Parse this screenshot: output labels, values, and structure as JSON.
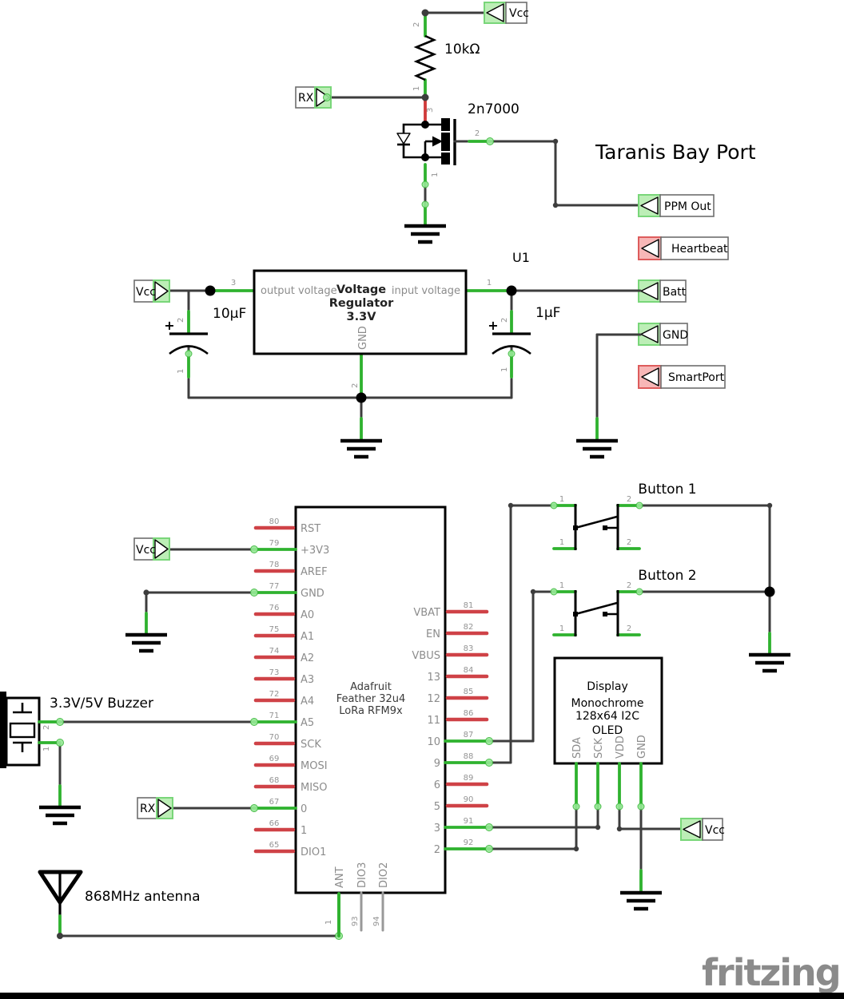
{
  "top": {
    "resistor_value": "10kΩ",
    "resistor_pin_top": "2",
    "resistor_pin_bottom": "1",
    "mosfet_name": "2n7000",
    "mosfet_pin_gate": "3",
    "mosfet_pin_drain": "2",
    "mosfet_pin_source": "1",
    "title": "Taranis Bay Port",
    "flags": {
      "vcc": "Vcc",
      "rx": "RX",
      "ppm": "PPM Out",
      "heartbeat": "Heartbeat",
      "batt": "Batt",
      "gnd": "GND",
      "smartport": "SmartPort"
    }
  },
  "regulator": {
    "designator": "U1",
    "line1": "Voltage",
    "line2": "Regulator",
    "line3": "3.3V",
    "pin_out": "output voltage",
    "pin_in": "input voltage",
    "pin_gnd": "GND",
    "num_out": "3",
    "num_in": "1",
    "num_gnd": "2",
    "cap_left_value": "10µF",
    "cap_right_value": "1µF",
    "cap_pin_2": "2",
    "cap_pin_1": "1",
    "plus": "+",
    "flag_vcc": "Vcc"
  },
  "feather": {
    "title1": "Adafruit",
    "title2": "Feather 32u4",
    "title3": "LoRa RFM9x",
    "flag_vcc": "Vcc",
    "flag_rx": "RX",
    "left_pins": [
      {
        "num": "80",
        "name": "RST"
      },
      {
        "num": "79",
        "name": "+3V3"
      },
      {
        "num": "78",
        "name": "AREF"
      },
      {
        "num": "77",
        "name": "GND"
      },
      {
        "num": "76",
        "name": "A0"
      },
      {
        "num": "75",
        "name": "A1"
      },
      {
        "num": "74",
        "name": "A2"
      },
      {
        "num": "73",
        "name": "A3"
      },
      {
        "num": "72",
        "name": "A4"
      },
      {
        "num": "71",
        "name": "A5"
      },
      {
        "num": "70",
        "name": "SCK"
      },
      {
        "num": "69",
        "name": "MOSI"
      },
      {
        "num": "68",
        "name": "MISO"
      },
      {
        "num": "67",
        "name": "0"
      },
      {
        "num": "66",
        "name": "1"
      },
      {
        "num": "65",
        "name": "DIO1"
      }
    ],
    "right_pins": [
      {
        "num": "81",
        "name": "VBAT"
      },
      {
        "num": "82",
        "name": "EN"
      },
      {
        "num": "83",
        "name": "VBUS"
      },
      {
        "num": "84",
        "name": "13"
      },
      {
        "num": "85",
        "name": "12"
      },
      {
        "num": "86",
        "name": "11"
      },
      {
        "num": "87",
        "name": "10"
      },
      {
        "num": "88",
        "name": "9"
      },
      {
        "num": "89",
        "name": "6"
      },
      {
        "num": "90",
        "name": "5"
      },
      {
        "num": "91",
        "name": "3"
      },
      {
        "num": "92",
        "name": "2"
      }
    ],
    "bottom_pins": [
      {
        "num": "1",
        "name": "ANT"
      },
      {
        "num": "93",
        "name": "DIO3"
      },
      {
        "num": "94",
        "name": "DIO2"
      }
    ]
  },
  "buttons": {
    "label1": "Button 1",
    "label2": "Button 2",
    "pin1": "1",
    "pin2": "2"
  },
  "oled": {
    "line1": "Display",
    "line2": "Monochrome",
    "line3": "128x64 I2C",
    "line4": "OLED",
    "pins": [
      "SDA",
      "SCK",
      "VDD",
      "GND"
    ],
    "flag_vcc": "Vcc"
  },
  "buzzer": {
    "label": "3.3V/5V Buzzer",
    "pin2": "2",
    "pin1": "1"
  },
  "antenna": {
    "label": "868MHz antenna"
  },
  "watermark": "fritzing"
}
